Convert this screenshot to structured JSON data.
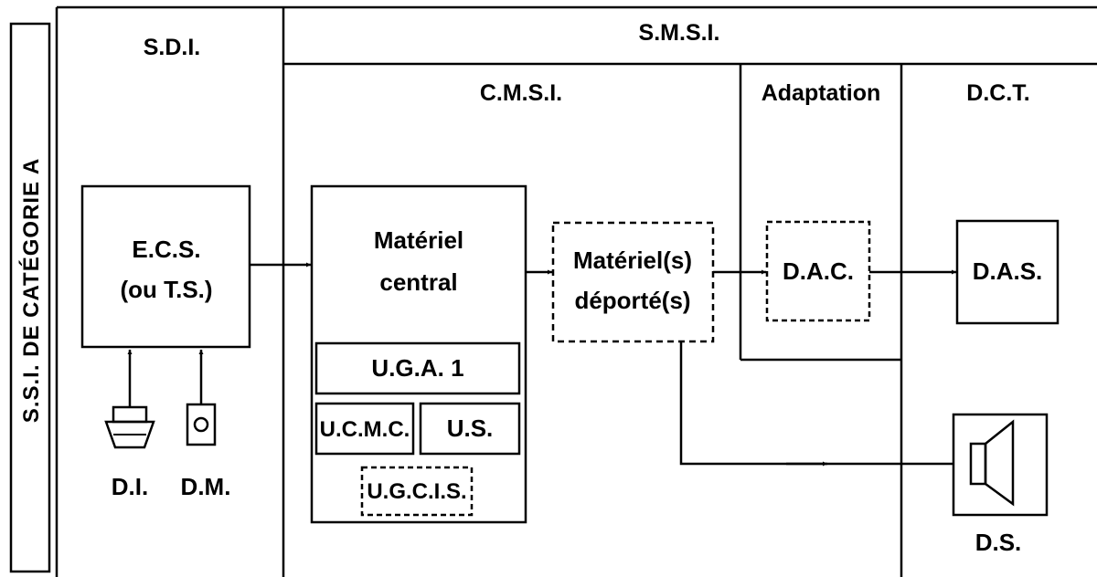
{
  "side_title": "S.S.I. DE CATÉGORIE A",
  "headers": {
    "sdi": "S.D.I.",
    "smsi": "S.M.S.I.",
    "cmsi": "C.M.S.I.",
    "adaptation": "Adaptation",
    "dct": "D.C.T."
  },
  "ecs": {
    "line1": "E.C.S.",
    "line2": "(ou T.S.)"
  },
  "central": {
    "line1": "Matériel",
    "line2": "central",
    "uga": "U.G.A. 1",
    "ucmc": "U.C.M.C.",
    "us": "U.S.",
    "ugcis": "U.G.C.I.S."
  },
  "deporte": {
    "line1": "Matériel(s)",
    "line2": "déporté(s)"
  },
  "dac": "D.A.C.",
  "das": "D.A.S.",
  "ds": "D.S.",
  "di": "D.I.",
  "dm": "D.M."
}
